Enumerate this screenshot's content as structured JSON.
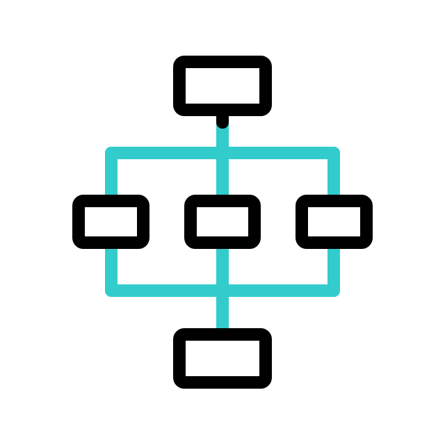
{
  "icon": {
    "name": "flowchart-icon",
    "description_kind": "hierarchy diagram icon",
    "colors": {
      "background": "#ffffff",
      "node_stroke": "#000000",
      "connector_stroke": "#33cccc"
    }
  },
  "diagram": {
    "nodes": [
      {
        "id": "top"
      },
      {
        "id": "middle-left"
      },
      {
        "id": "middle-center"
      },
      {
        "id": "middle-right"
      },
      {
        "id": "bottom"
      }
    ],
    "edges": [
      {
        "from": "top",
        "to": "middle-left"
      },
      {
        "from": "top",
        "to": "middle-center"
      },
      {
        "from": "top",
        "to": "middle-right"
      },
      {
        "from": "middle-left",
        "to": "bottom"
      },
      {
        "from": "middle-center",
        "to": "bottom"
      },
      {
        "from": "middle-right",
        "to": "bottom"
      }
    ]
  }
}
